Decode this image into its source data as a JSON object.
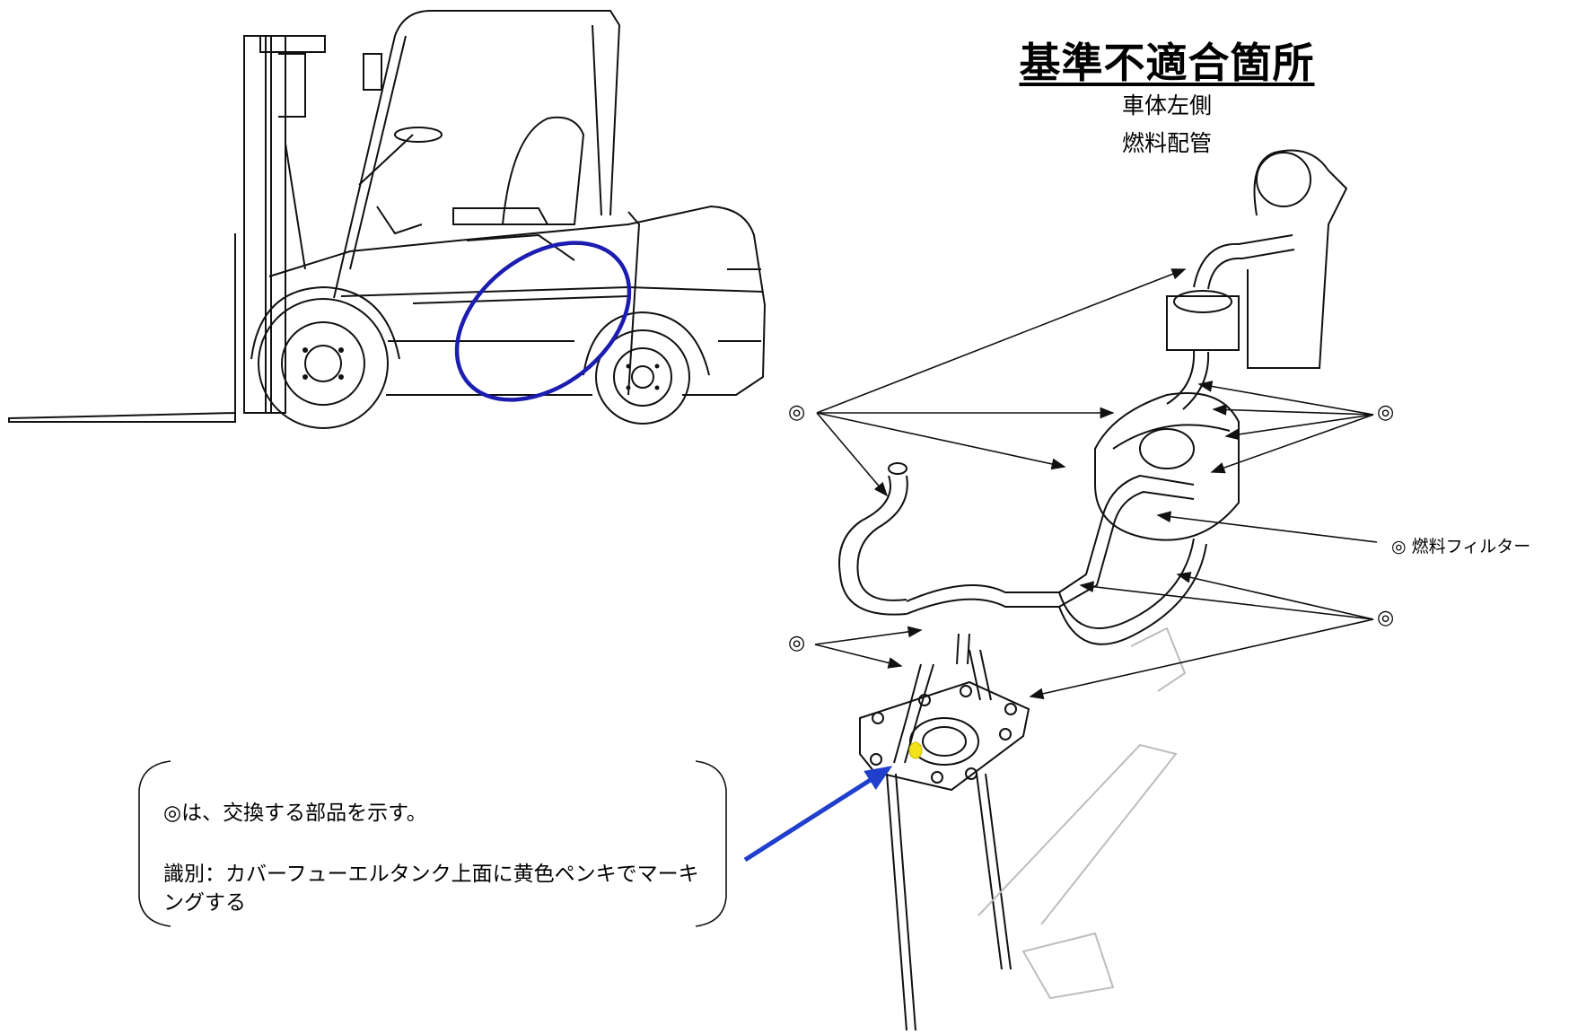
{
  "title": "基準不適合箇所",
  "subtitle_1": "車体左側",
  "subtitle_2": "燃料配管",
  "mark_symbol": "◎",
  "filter_label": "◎ 燃料フィルター",
  "note": {
    "line1": "◎は、交換する部品を示す。",
    "line2": "識別：カバーフューエルタンク上面に黄色ペンキでマーキングする"
  },
  "colors": {
    "highlight_ellipse": "#1c1cb0",
    "pointer_arrow": "#1f3fcc",
    "paint_marking": "#f2e21a",
    "line_art": "#111111"
  }
}
